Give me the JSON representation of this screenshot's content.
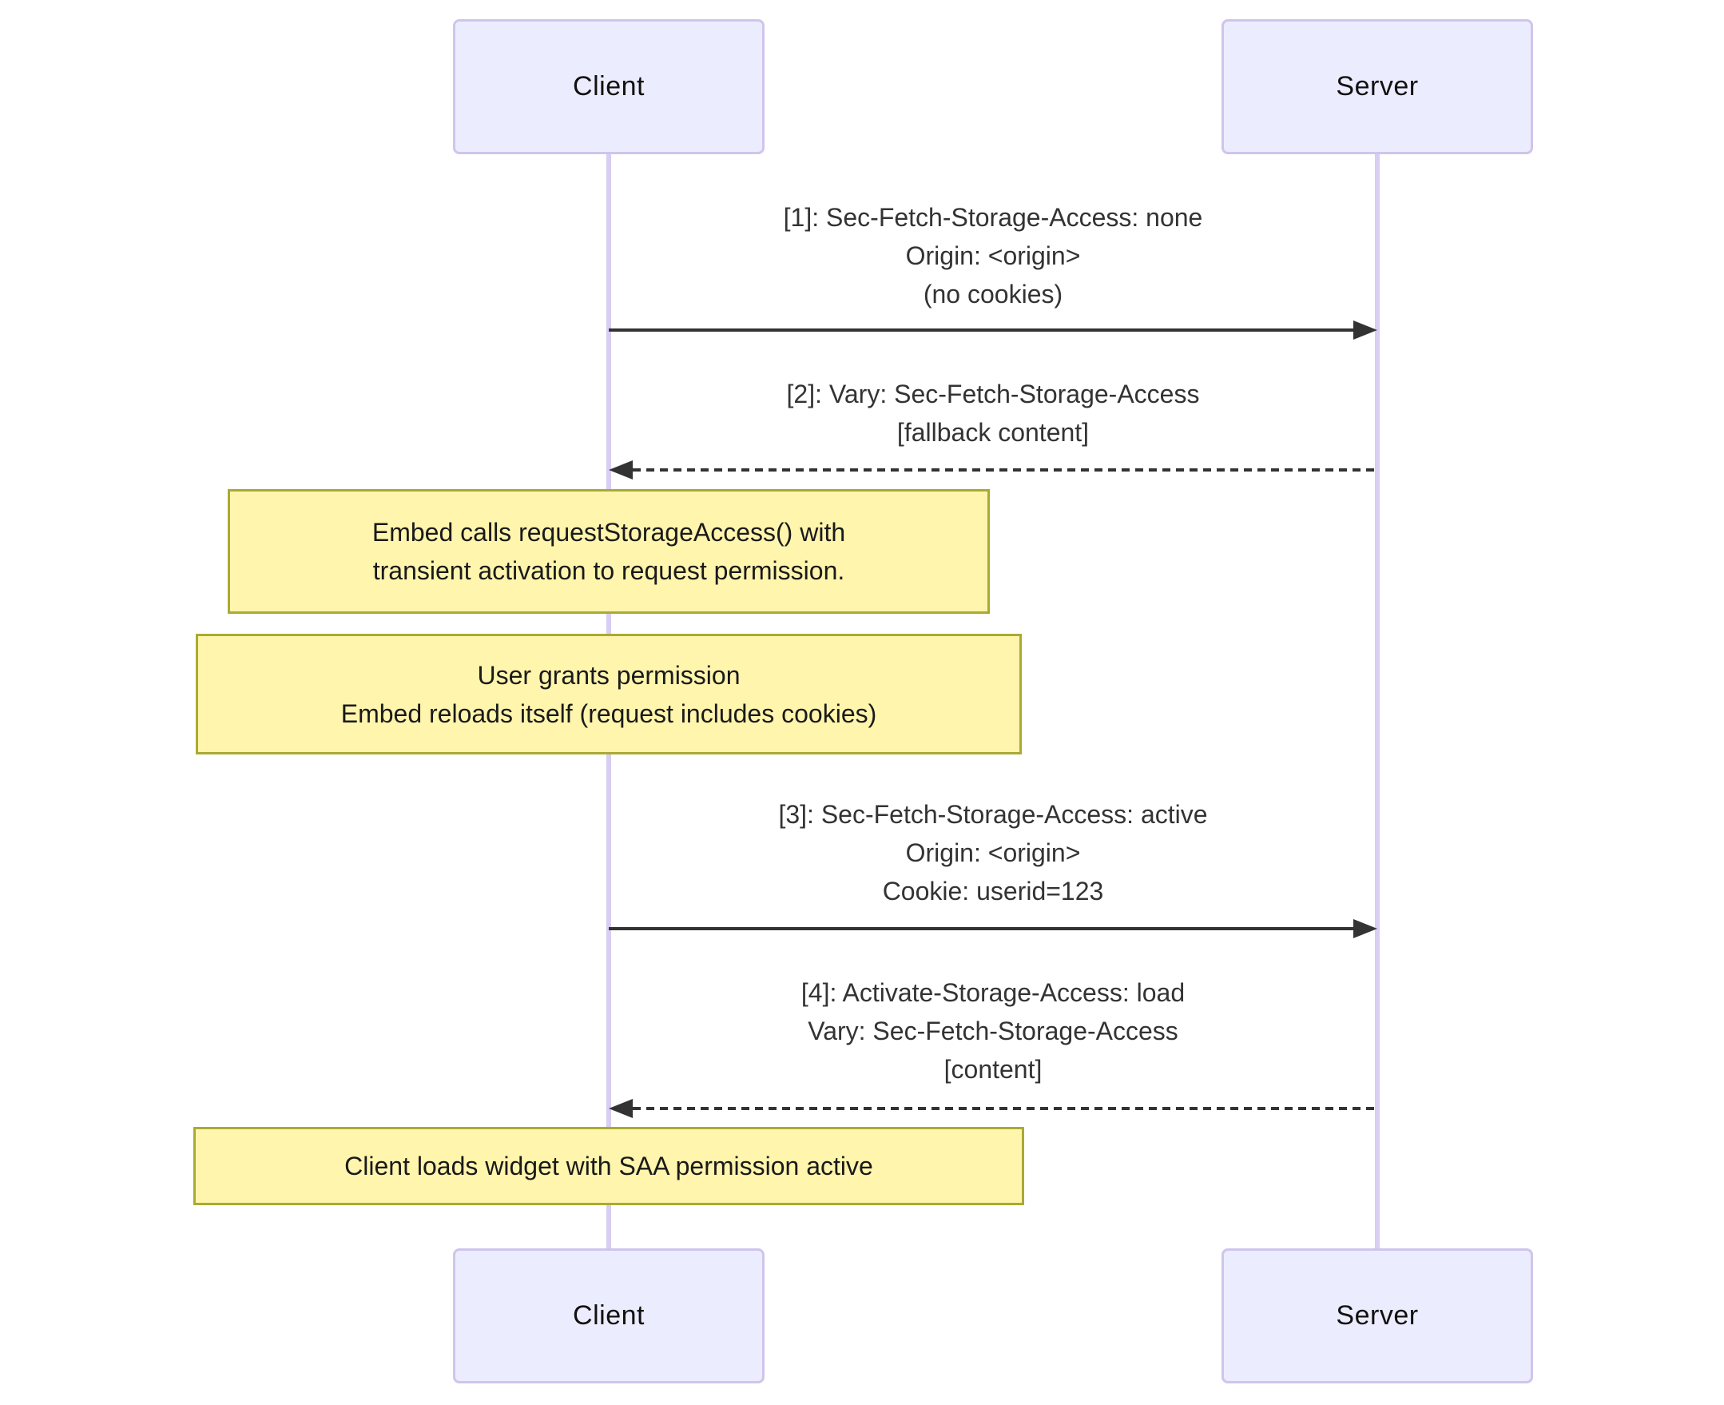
{
  "diagram": {
    "type": "sequence-diagram",
    "actors": [
      {
        "id": "client",
        "label": "Client"
      },
      {
        "id": "server",
        "label": "Server"
      }
    ],
    "messages": [
      {
        "from": "client",
        "to": "server",
        "style": "solid",
        "lines": [
          "[1]: Sec-Fetch-Storage-Access: none",
          "Origin: <origin>",
          "(no cookies)"
        ]
      },
      {
        "from": "server",
        "to": "client",
        "style": "dashed",
        "lines": [
          "[2]: Vary: Sec-Fetch-Storage-Access",
          "[fallback content]"
        ]
      },
      {
        "from": "client",
        "to": "server",
        "style": "solid",
        "lines": [
          "[3]: Sec-Fetch-Storage-Access: active",
          "Origin: <origin>",
          "Cookie: userid=123"
        ]
      },
      {
        "from": "server",
        "to": "client",
        "style": "dashed",
        "lines": [
          "[4]: Activate-Storage-Access: load",
          "Vary: Sec-Fetch-Storage-Access",
          "[content]"
        ]
      }
    ],
    "notes": [
      {
        "over": "client",
        "lines": [
          "Embed calls requestStorageAccess() with",
          "transient activation to request permission."
        ]
      },
      {
        "over": "client",
        "lines": [
          "User grants permission",
          "Embed reloads itself (request includes cookies)"
        ]
      },
      {
        "over": "client",
        "lines": [
          "Client loads widget with SAA permission active"
        ]
      }
    ]
  },
  "colors": {
    "bg": "#FFFFFF",
    "actor-fill": "#ECECFF",
    "actor-border": "#CFC5EC",
    "lifeline": "#D8CDF2",
    "note-fill": "#FFF5AD",
    "note-border": "#AAAA33",
    "arrow": "#333333",
    "msg-text": "#333333"
  }
}
